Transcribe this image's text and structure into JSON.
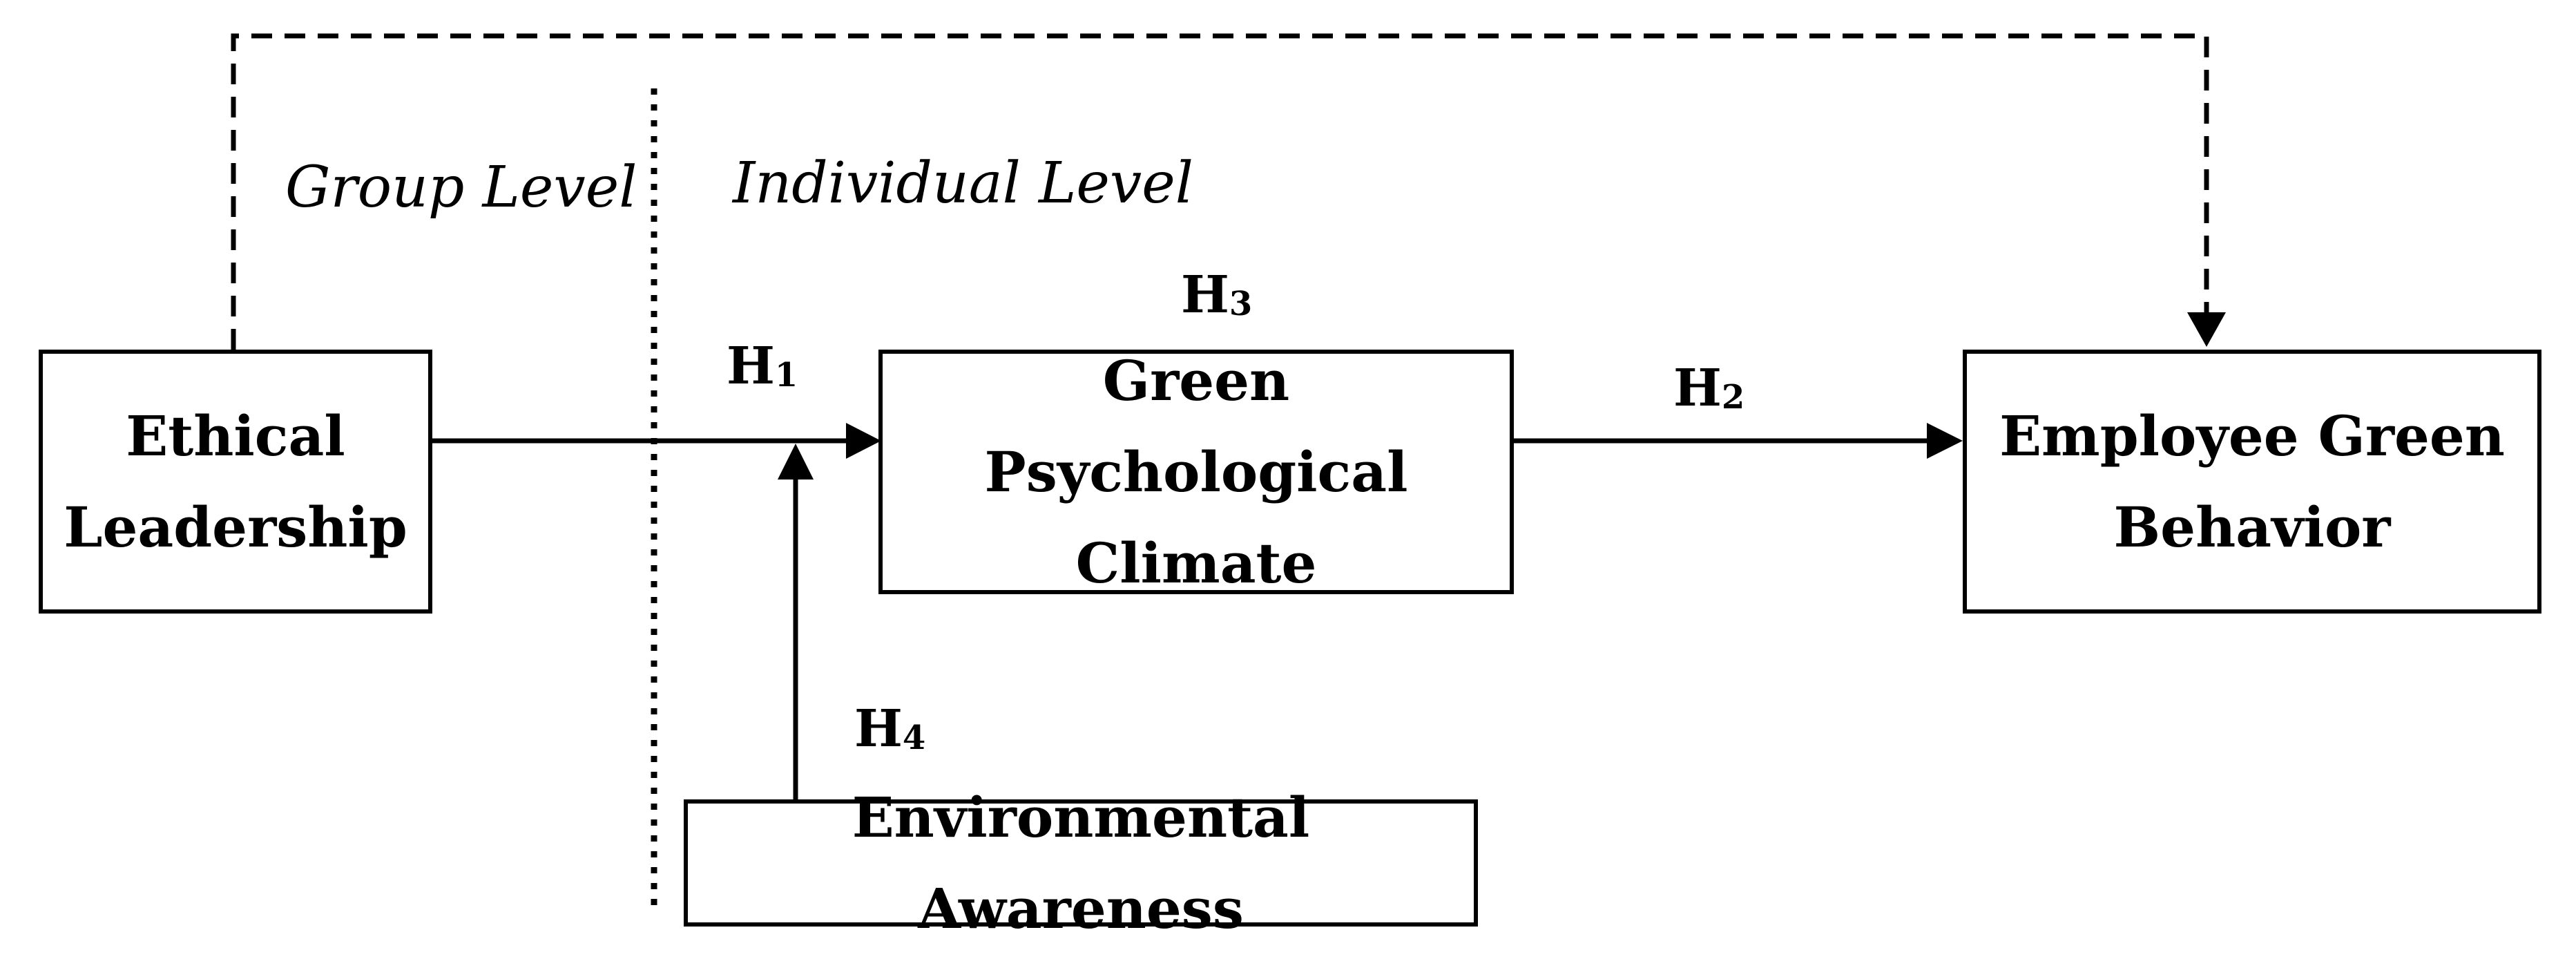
{
  "diagram": {
    "levels": {
      "group": "Group Level",
      "individual": "Individual Level"
    },
    "nodes": {
      "ethical_leadership": [
        "Ethical",
        "Leadership"
      ],
      "green_psychological_climate": [
        "Green Psychological",
        "Climate"
      ],
      "employee_green_behavior": [
        "Employee Green",
        "Behavior"
      ],
      "environmental_awareness": [
        "Environmental Awareness"
      ]
    },
    "hypotheses": {
      "h1": {
        "letter": "H",
        "number": "1"
      },
      "h2": {
        "letter": "H",
        "number": "2"
      },
      "h3": {
        "letter": "H",
        "number": "3"
      },
      "h4": {
        "letter": "H",
        "number": "4"
      }
    },
    "edges": [
      {
        "from": "ethical_leadership",
        "to": "green_psychological_climate",
        "style": "solid",
        "label": "h1"
      },
      {
        "from": "green_psychological_climate",
        "to": "employee_green_behavior",
        "style": "solid",
        "label": "h2"
      },
      {
        "from": "ethical_leadership",
        "to": "employee_green_behavior",
        "style": "dashed"
      },
      {
        "from": "environmental_awareness",
        "to": "h1-path",
        "style": "solid",
        "label": "h4"
      }
    ],
    "colors": {
      "stroke": "#000000",
      "background": "#ffffff"
    }
  }
}
